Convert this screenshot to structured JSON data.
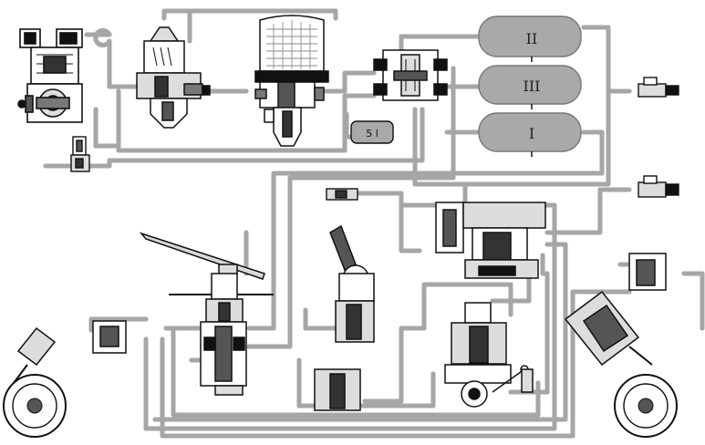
{
  "diagram": {
    "colors": {
      "pipe": "#a6a6a6",
      "pipe_core": "#ffffff",
      "outline": "#111111",
      "tank_fill": "#a9a9a9",
      "part_fill": "#d9d9d9"
    },
    "tank_labels": {
      "tank_top": "II",
      "tank_middle": "III",
      "tank_bottom": "I"
    },
    "volume_label": "5 l"
  }
}
